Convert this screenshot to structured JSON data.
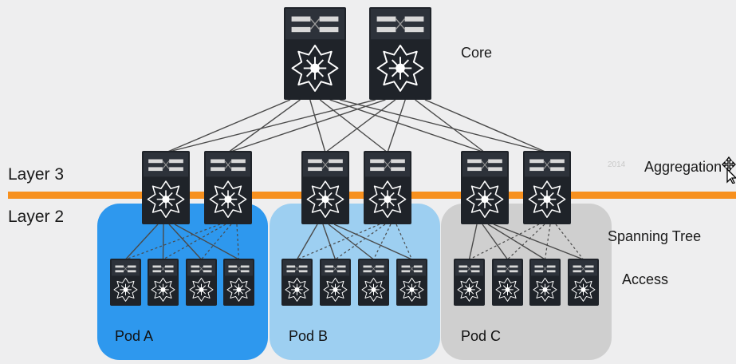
{
  "layers": {
    "layer3": "Layer 3",
    "layer2": "Layer 2"
  },
  "tiers": {
    "core": "Core",
    "aggregation_prefix": "2014",
    "aggregation": "Aggregation",
    "spanning_tree": "Spanning Tree",
    "access": "Access"
  },
  "pods": [
    {
      "label": "Pod A",
      "color": "#2e98ee"
    },
    {
      "label": "Pod B",
      "color": "#9dcff1"
    },
    {
      "label": "Pod C",
      "color": "#cfcfcf"
    }
  ],
  "colors": {
    "layer_boundary": "#f7901e",
    "switch_body": "#1f2329",
    "switch_face": "#2d323a",
    "link": "#4a4a4a",
    "background": "#eeeeef"
  },
  "icons": {
    "switch": "multilayer-switch-icon",
    "cursor": "move-cursor-icon"
  }
}
